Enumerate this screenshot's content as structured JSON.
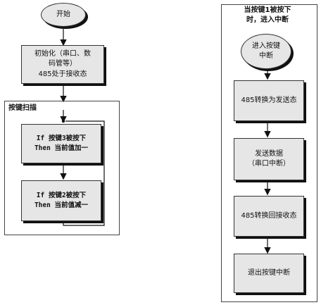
{
  "left_flow": {
    "start": "开始",
    "init": "初始化（串口、数\n码管等）\n485处于接收态",
    "scan_title": "按键扫描",
    "if_key3": "If  按键3被按下\nThen  当前值加一",
    "if_key2": "If  按键2被按下\nThen  当前值减一"
  },
  "right_flow": {
    "title": "当按键1被按下\n时，进入中断",
    "enter": "进入按键\n中断",
    "to_send": "485转换为发送态",
    "send_data": "发送数据\n（串口中断）",
    "to_receive": "485转换回接收态",
    "exit": "退出按键中断"
  }
}
